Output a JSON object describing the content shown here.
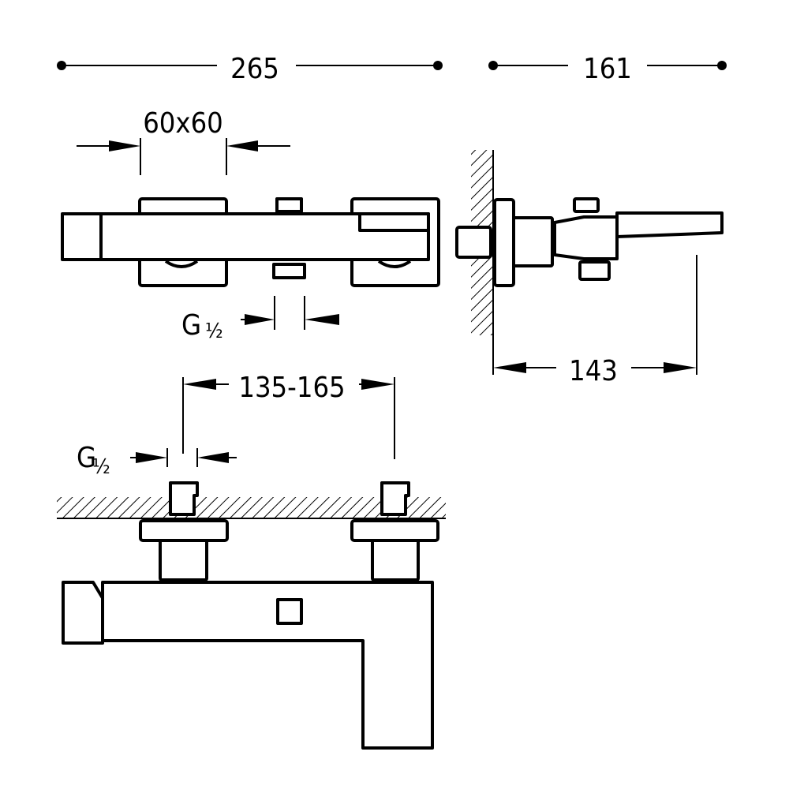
{
  "dimensions": {
    "total_width": "265",
    "total_depth": "161",
    "flange_size": "60x60",
    "thread_front": "G",
    "thread_front_fraction": "½",
    "projection": "143",
    "center_distance": "135-165",
    "thread_top": "G",
    "thread_top_fraction": "½"
  },
  "colors": {
    "line": "#000000",
    "background": "#ffffff"
  }
}
